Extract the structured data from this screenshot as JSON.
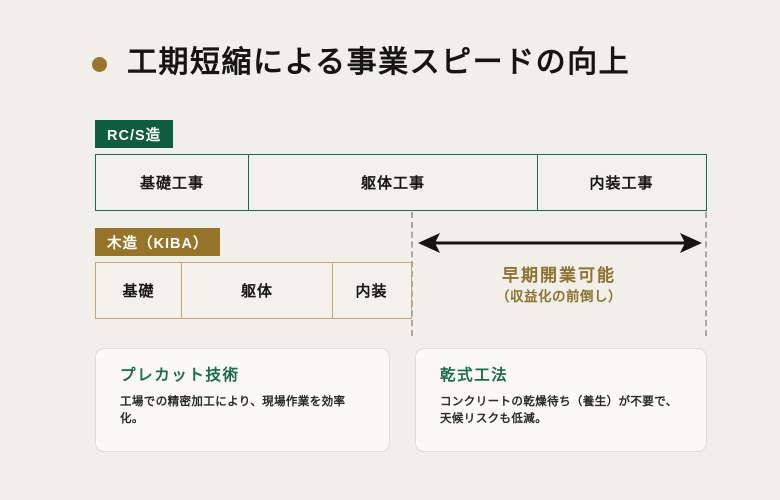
{
  "slide": {
    "background_color": "#f0efe9",
    "title": "工期短縮による事業スピードの向上",
    "bullet_color": "#9a7530"
  },
  "timeline": {
    "rows": [
      {
        "tab_label": "RC/S造",
        "tab_color": "#0f5d3a",
        "border_color": "#1d6b47",
        "segments": [
          {
            "label": "基礎工事"
          },
          {
            "label": "躯体工事"
          },
          {
            "label": "内装工事"
          }
        ]
      },
      {
        "tab_label": "木造（KIBA）",
        "tab_color": "#96742a",
        "border_color": "#c2a673",
        "segments": [
          {
            "label": "基礎"
          },
          {
            "label": "躯体"
          },
          {
            "label": "内装"
          }
        ]
      }
    ],
    "guide_line_color": "#a8a89c",
    "saving": {
      "arrow_color": "#16160f",
      "text_color": "#8f7130",
      "headline": "早期開業可能",
      "subline": "（収益化の前倒し）"
    }
  },
  "cards": [
    {
      "title": "プレカット技術",
      "body_lines": [
        "工場での精密加工により、現場作業を効率化。"
      ]
    },
    {
      "title": "乾式工法",
      "body_lines": [
        "コンクリートの乾燥待ち（養生）が不要で、",
        "天候リスクも低減。"
      ]
    }
  ]
}
